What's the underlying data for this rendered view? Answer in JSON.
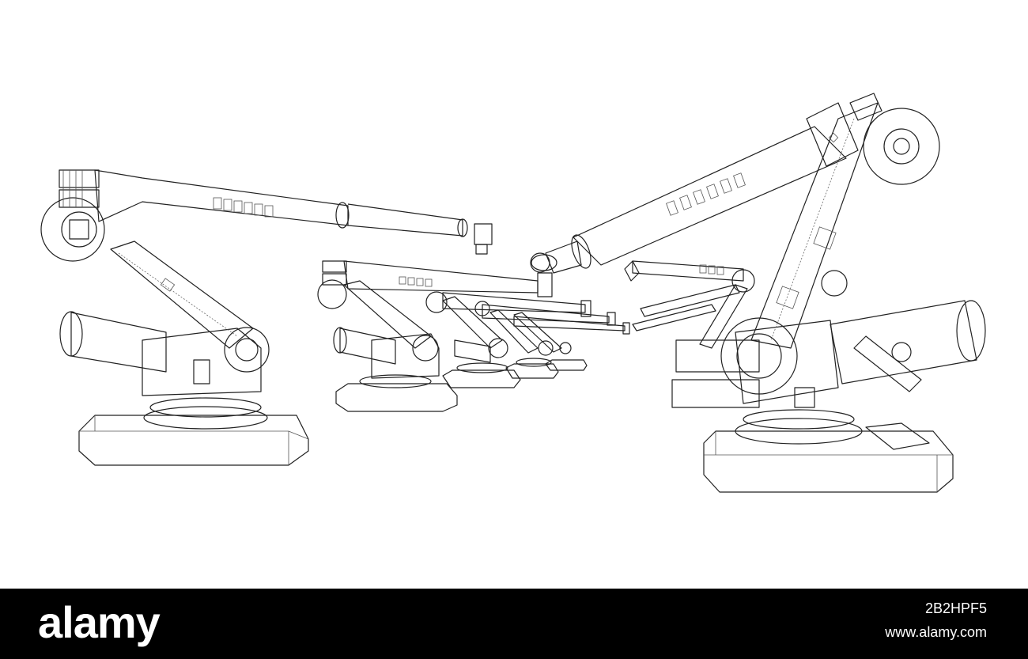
{
  "footer": {
    "brand": "alamy",
    "image_id": "2B2HPF5",
    "site": "www.alamy.com"
  },
  "scene": {
    "stroke_color": "#222222",
    "background_color": "#ffffff",
    "footer_color": "#000000"
  }
}
